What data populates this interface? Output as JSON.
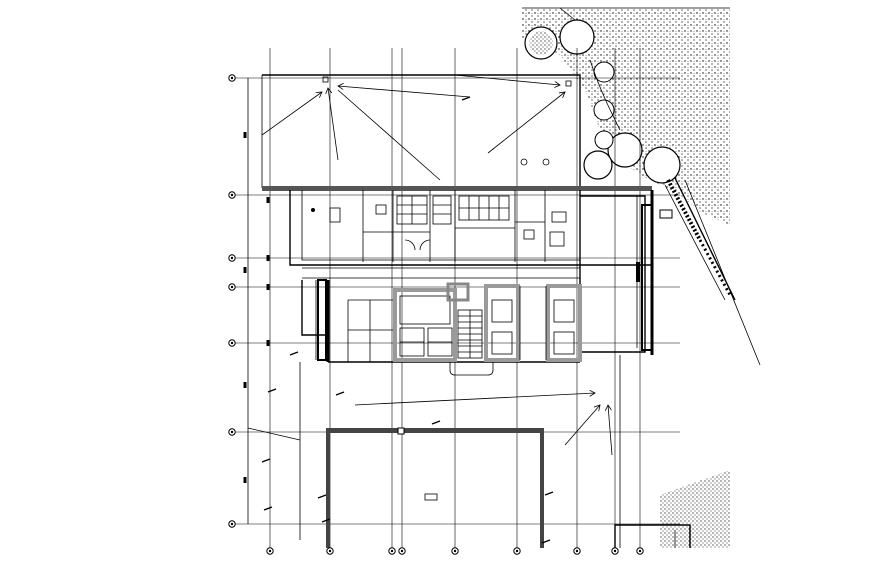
{
  "drawing": {
    "type": "architectural floor plan",
    "colors": {
      "line": "#000000",
      "wall_fill": "#9a9a9a",
      "background": "#ffffff",
      "hatch": "#000000"
    },
    "grid": {
      "vertical_axes": 11,
      "horizontal_axes": 7
    },
    "zones": [
      "roof-terrace",
      "upper-room-row",
      "corridor",
      "service-core",
      "stair-core",
      "lift-lobbies",
      "east-wing",
      "lower-courtyard",
      "landscape-with-trees"
    ],
    "icons": [
      "grid-bubble-icon",
      "tree-icon",
      "arrow-icon",
      "stair-icon",
      "furniture-icon"
    ]
  }
}
